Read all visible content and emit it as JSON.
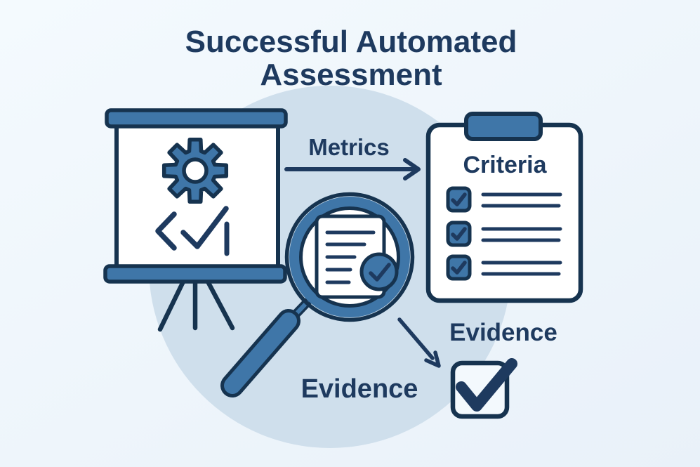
{
  "title": {
    "line1": "Successful Automated",
    "line2": "Assessment"
  },
  "labels": {
    "metrics": "Metrics",
    "criteria": "Criteria",
    "evidence_upper": "Evidence",
    "evidence_lower": "Evidence"
  },
  "checklist": {
    "title": "Criteria",
    "item_count": 3,
    "all_checked": true
  },
  "result_checkbox": {
    "checked": true
  },
  "icons": {
    "presentation-board-icon": "easel board with gear and code-check glyph",
    "gear-icon": "8-tooth cog, blue fill, navy outline",
    "code-check-icon": "< checkmark | glyph on board",
    "arrow-right-icon": "metrics flow arrow",
    "clipboard-icon": "criteria checklist clipboard with clip",
    "checkbox-checked-icon": "small blue checked boxes",
    "magnifier-icon": "magnifying glass over document",
    "document-icon": "text document with lines",
    "check-badge-icon": "blue circular badge with checkmark",
    "arrow-down-right-icon": "evidence flow arrow",
    "big-checkbox-icon": "large outlined checkbox with bold check"
  },
  "colors": {
    "background_top": "#f4fafe",
    "background_bottom": "#e9f1f9",
    "backdrop_circle": "#cfdfec",
    "primary_blue": "#3f76a8",
    "outline_navy": "#16334f",
    "text_navy": "#1e3a5f",
    "surface_white": "#ffffff"
  }
}
